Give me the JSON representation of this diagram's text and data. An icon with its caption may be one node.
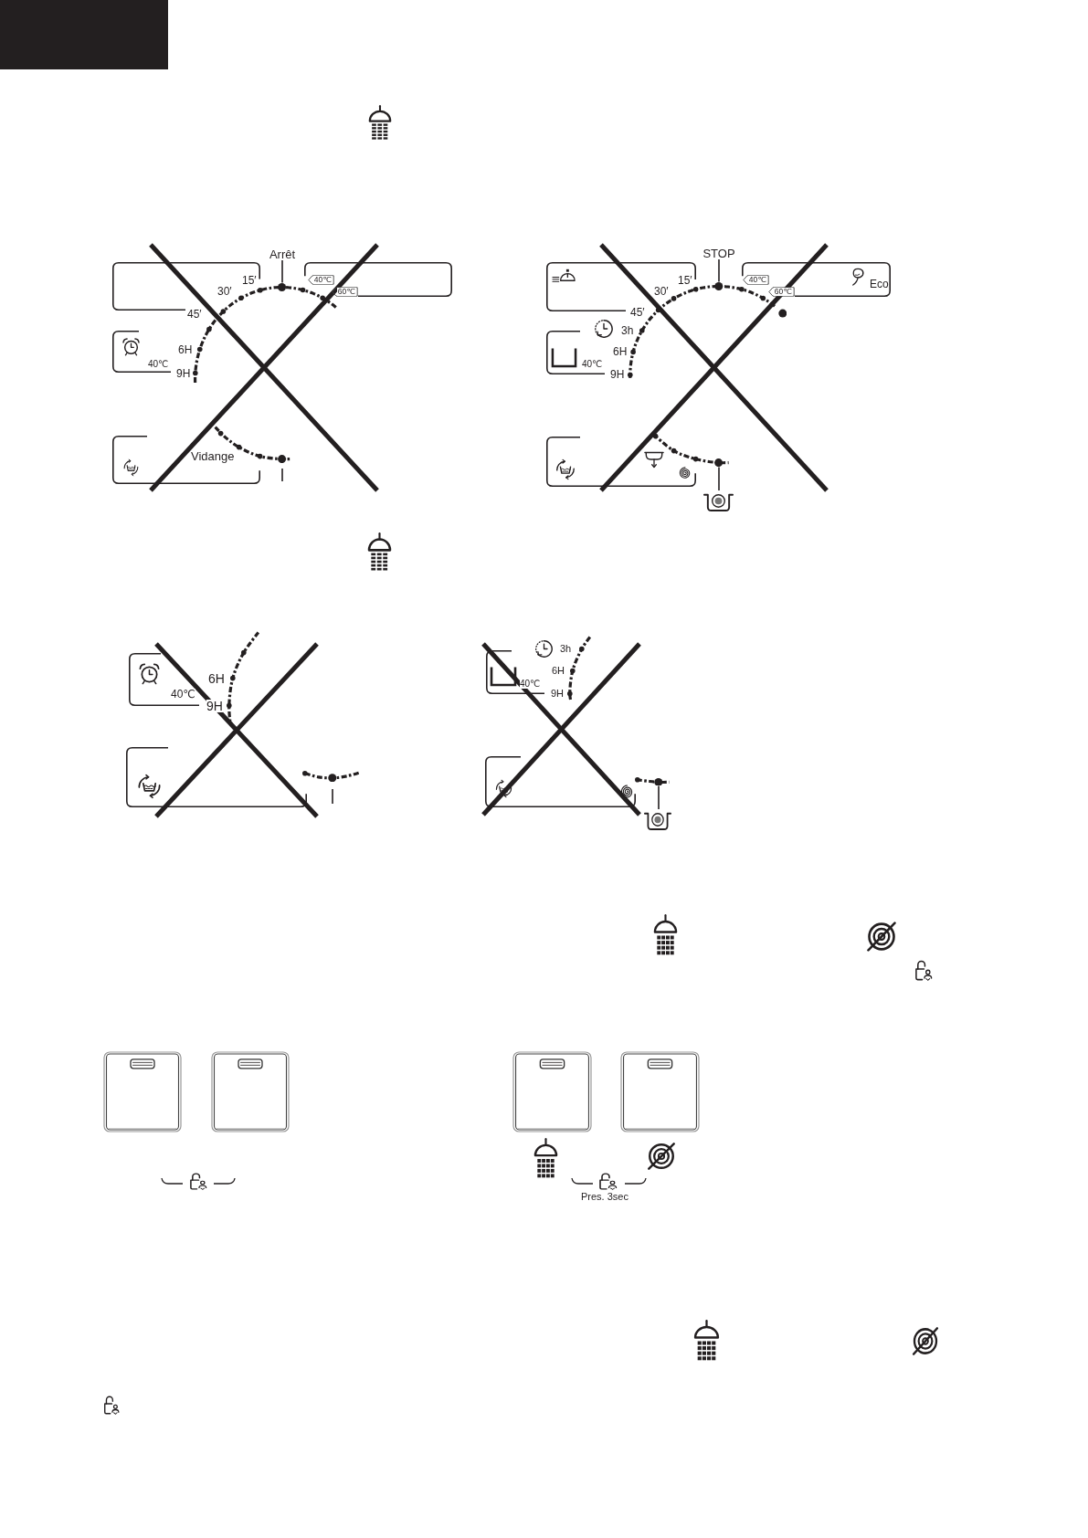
{
  "diagram": {
    "nodes": [
      {
        "text": [
          "Arrêt"
        ]
      },
      {
        "text": [],
        "shape": "box"
      },
      {
        "text": [],
        "shape": "arc"
      },
      {
        "text": [],
        "shape": "box"
      },
      {
        "text": [
          "40℃"
        ],
        "in": 3
      },
      {
        "text": [
          "60℃"
        ],
        "in": 3
      },
      {
        "text": [
          "40℃"
        ]
      },
      {
        "text": [
          "Vidange"
        ]
      },
      {
        "text": [],
        "shape": "arc"
      },
      {
        "text": [
          "STOP"
        ]
      },
      {
        "text": [],
        "shape": "box"
      },
      {
        "text": [],
        "shape": "arc"
      },
      {
        "text": [
          "Eco"
        ]
      },
      {
        "text": [
          "40℃"
        ],
        "in": 12
      },
      {
        "text": [
          "60℃"
        ],
        "in": 12
      },
      {
        "text": [
          "40℃"
        ]
      },
      {
        "text": [],
        "shape": "box"
      },
      {
        "text": [],
        "shape": "arc"
      },
      {
        "text": [],
        "shape": "picture"
      },
      {
        "text": [],
        "shape": "arc"
      },
      {
        "text": [
          "40℃"
        ]
      },
      {
        "text": [],
        "shape": "box"
      },
      {
        "text": [],
        "shape": "arc"
      },
      {
        "text": [],
        "shape": "arc"
      },
      {
        "text": [
          "40℃"
        ]
      },
      {
        "text": [],
        "shape": "box"
      },
      {
        "text": [],
        "shape": "arc"
      },
      {
        "text": [],
        "shape": "picture"
      }
    ],
    "edges": [
      {
        "from": 0,
        "to": 2,
        "arrow": "none"
      },
      {
        "from": 9,
        "to": 11,
        "arrow": "none"
      },
      {
        "from": 17,
        "to": 18,
        "arrow": "none"
      },
      {
        "from": 26,
        "to": 27,
        "arrow": "none"
      }
    ],
    "labels": [
      "15′",
      "30′",
      "45′",
      "6H",
      "9H",
      "15′",
      "30′",
      "45′",
      "3h",
      "6H",
      "9H",
      "6H",
      "9H",
      "3h",
      "6H",
      "9H",
      "Pres. 3sec"
    ]
  }
}
